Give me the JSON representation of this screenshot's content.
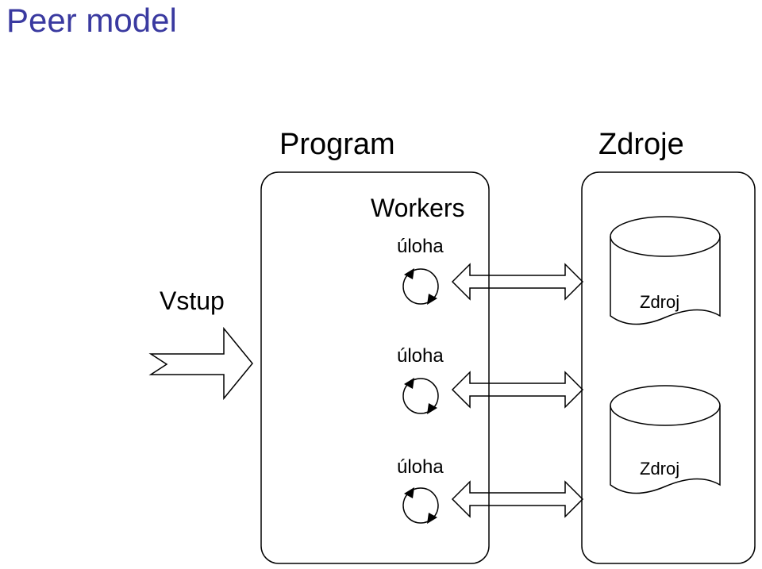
{
  "page": {
    "title": "Peer model"
  },
  "diagram": {
    "program_label": "Program",
    "resources_label": "Zdroje",
    "workers_label": "Workers",
    "input_label": "Vstup",
    "tasks": [
      {
        "label": "úloha"
      },
      {
        "label": "úloha"
      },
      {
        "label": "úloha"
      }
    ],
    "resources": [
      {
        "label": "Zdroj"
      },
      {
        "label": "Zdroj"
      }
    ]
  }
}
